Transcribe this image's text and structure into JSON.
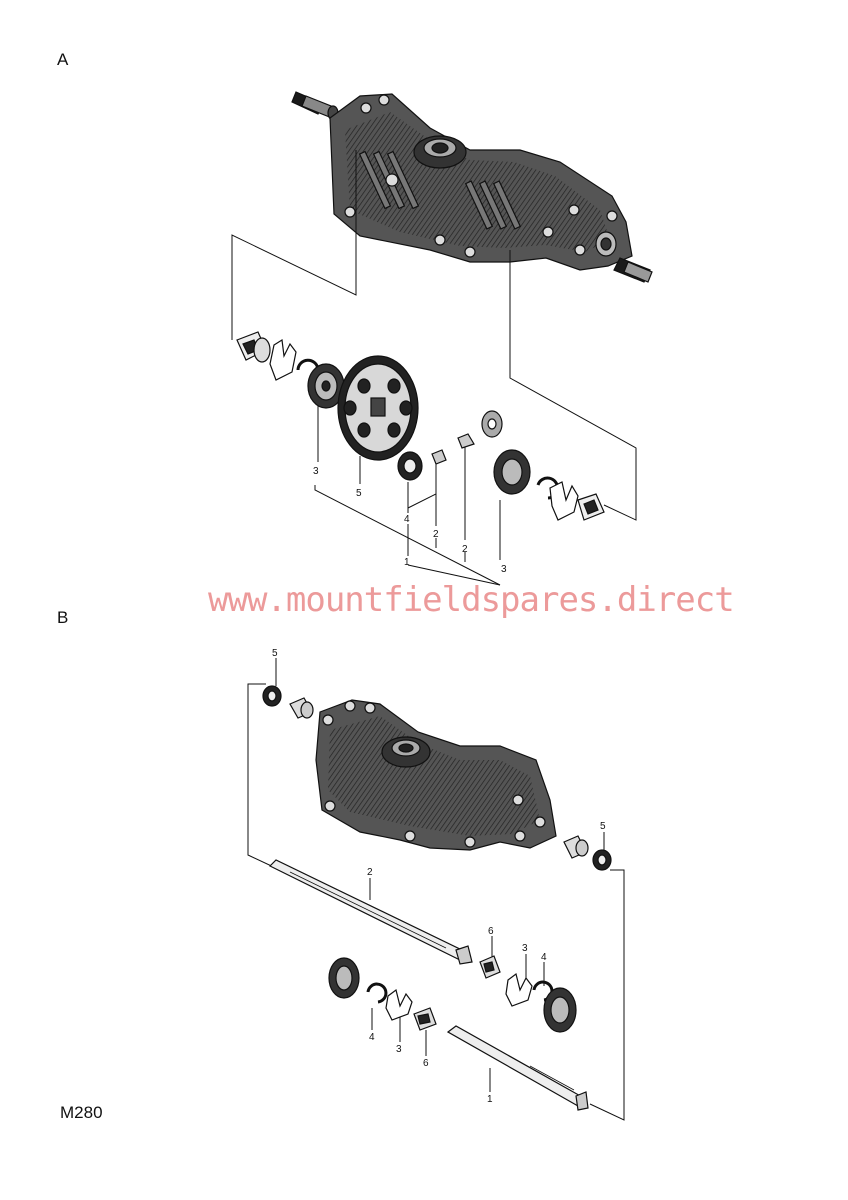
{
  "labels": {
    "section_a": "A",
    "section_b": "B",
    "page_code": "M280"
  },
  "watermark": "www.mountfieldspares.direct",
  "callouts_a": [
    "3",
    "5",
    "4",
    "1",
    "2",
    "2",
    "3"
  ],
  "callouts_b": [
    "5",
    "5",
    "2",
    "6",
    "3",
    "4",
    "4",
    "3",
    "6",
    "1"
  ]
}
